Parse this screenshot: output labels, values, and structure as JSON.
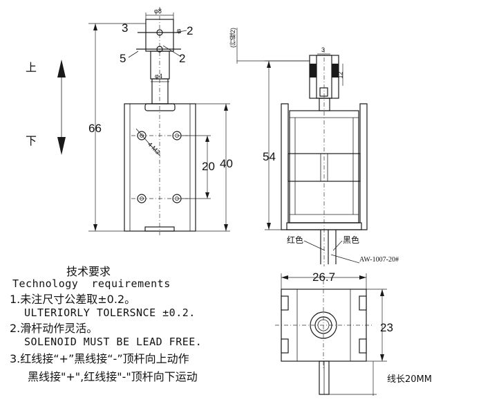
{
  "directions": {
    "up": "上",
    "down": "下"
  },
  "front_view": {
    "dim_total_height": "66",
    "dim_body_height": "40",
    "dim_hole_spacing": "20",
    "dim_shaft_top_dia": "φ8",
    "dim_shaft_dia": "φ4",
    "dim_hole_label": "4-M3",
    "dim_pin_offset": "3",
    "dim_pin_dia": "φ",
    "dim_pin_dia_value": "2",
    "dim_pin_callout": "2",
    "dim_pin_callout_5": "5"
  },
  "side_view": {
    "stroke_label": "(行程2)",
    "dim_height": "54",
    "dim_top_width": "3",
    "dim_top_height": "12",
    "wire_red": "红色",
    "wire_black": "黑色",
    "wire_spec": "AW-1007-20#"
  },
  "bottom_view": {
    "dim_width": "26.7",
    "dim_height": "23",
    "wire_length": "线长20MM"
  },
  "requirements": {
    "title_cn": "技术要求",
    "title_en": "Technology  requirements",
    "item1_cn": "1.未注尺寸公差取±0.2。",
    "item1_en": "ULTERIORLY TOLERSNCE ±0.2.",
    "item2_cn": "2.滑杆动作灵活。",
    "item2_en": "SOLENOID MUST BE LEAD FREE.",
    "item3_cn": "3.红线接“+”黑线接“-”顶杆向上动作",
    "item3_cn2": "黑线接\"+\",红线接\"-\"顶杆向下运动"
  }
}
